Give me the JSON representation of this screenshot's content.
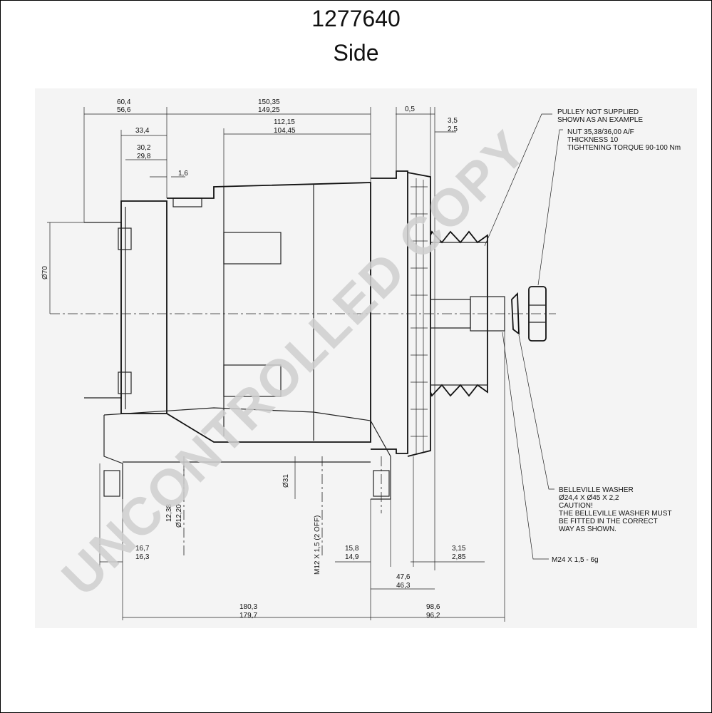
{
  "title": {
    "part_number": "1277640",
    "view": "Side"
  },
  "watermark": "UNCONTROLLED COPY",
  "dimensions": {
    "d1_top": "60,4",
    "d1_bot": "56,6",
    "d2_top": "150,35",
    "d2_bot": "149,25",
    "d3_top": "112,15",
    "d3_bot": "104,45",
    "d4": "33,4",
    "d5_top": "30,2",
    "d5_bot": "29,8",
    "d6": "1,6",
    "d7": "0,5",
    "d8_top": "3,5",
    "d8_bot": "2,5",
    "dia70": "Ø70",
    "dia31": "Ø31",
    "d12_a": "12,38",
    "d12_b": "Ø12,20",
    "thread_m12": "M12 X 1,5 (2 OFF)",
    "d16_top": "16,7",
    "d16_bot": "16,3",
    "d15_top": "15,8",
    "d15_bot": "14,9",
    "d3b_top": "3,15",
    "d3b_bot": "2,85",
    "d47_top": "47,6",
    "d47_bot": "46,3",
    "d180_top": "180,3",
    "d180_bot": "179,7",
    "d98_top": "98,6",
    "d98_bot": "96,2"
  },
  "notes": {
    "pulley_1": "PULLEY NOT SUPPLIED",
    "pulley_2": "SHOWN AS AN EXAMPLE",
    "nut_1": "NUT 35,38/36,00 A/F",
    "nut_2": "THICKNESS 10",
    "nut_3": "TIGHTENING TORQUE 90-100 Nm",
    "washer_1": "BELLEVILLE WASHER",
    "washer_2": "Ø24,4 X Ø45 X 2,2",
    "washer_3": "CAUTION!",
    "washer_4": "THE BELLEVILLE WASHER MUST",
    "washer_5": "BE FITTED IN THE CORRECT",
    "washer_6": "WAY AS SHOWN.",
    "thread_m24": "M24 X 1,5 - 6g"
  }
}
